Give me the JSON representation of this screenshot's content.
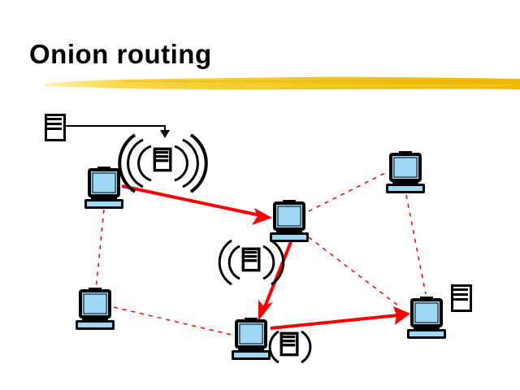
{
  "slide": {
    "title": "Onion routing",
    "accent_color": "#f2c21a",
    "link_color": "#ff0000",
    "computer_screen_color": "#9fd8f5"
  },
  "diagram": {
    "nodes": [
      {
        "id": "source",
        "label": "source computer",
        "icon": "computer-icon"
      },
      {
        "id": "relay-1",
        "label": "relay computer 1",
        "icon": "computer-icon"
      },
      {
        "id": "relay-2",
        "label": "relay computer 2",
        "icon": "computer-icon"
      },
      {
        "id": "destination",
        "label": "destination computer",
        "icon": "computer-icon"
      },
      {
        "id": "idle-top-right",
        "label": "idle computer top right",
        "icon": "computer-icon"
      },
      {
        "id": "idle-bottom-left",
        "label": "idle computer bottom left",
        "icon": "computer-icon"
      }
    ],
    "active_path": [
      {
        "from": "source",
        "to": "relay-1"
      },
      {
        "from": "relay-1",
        "to": "relay-2"
      },
      {
        "from": "relay-2",
        "to": "destination"
      }
    ],
    "idle_links": [
      {
        "from": "source",
        "to": "idle-bottom-left"
      },
      {
        "from": "idle-bottom-left",
        "to": "relay-2"
      },
      {
        "from": "relay-1",
        "to": "idle-top-right"
      },
      {
        "from": "relay-1",
        "to": "destination"
      },
      {
        "from": "idle-top-right",
        "to": "destination"
      }
    ],
    "messages": [
      {
        "id": "plain-message-source",
        "layers": 0,
        "icon": "document-icon"
      },
      {
        "id": "onion-3-layers",
        "layers": 3,
        "icon": "document-icon"
      },
      {
        "id": "onion-2-layers",
        "layers": 2,
        "icon": "document-icon"
      },
      {
        "id": "onion-1-layer",
        "layers": 1,
        "icon": "document-icon"
      },
      {
        "id": "plain-message-destination",
        "layers": 0,
        "icon": "document-icon"
      }
    ]
  }
}
